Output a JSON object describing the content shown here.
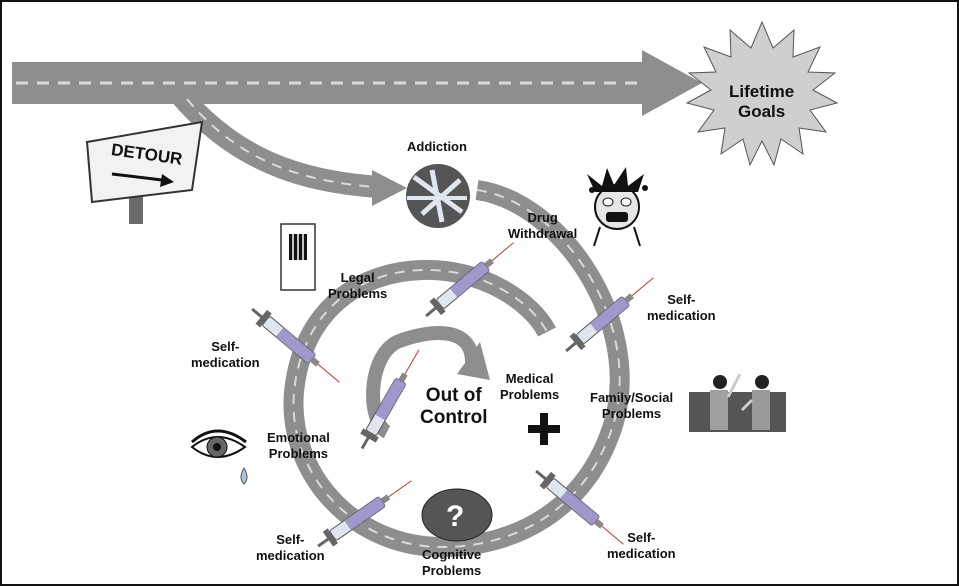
{
  "goal": {
    "line1": "Lifetime",
    "line2": "Goals"
  },
  "detour_sign": "DETOUR",
  "center": {
    "line1": "Out of",
    "line2": "Control"
  },
  "labels": {
    "addiction": "Addiction",
    "withdrawal": {
      "line1": "Drug",
      "line2": "Withdrawal"
    },
    "legal": {
      "line1": "Legal",
      "line2": "Problems"
    },
    "self_med_left": {
      "line1": "Self-",
      "line2": "medication"
    },
    "self_med_right": {
      "line1": "Self-",
      "line2": "medication"
    },
    "medical": {
      "line1": "Medical",
      "line2": "Problems"
    },
    "family": {
      "line1": "Family/Social",
      "line2": "Problems"
    },
    "emotional": {
      "line1": "Emotional",
      "line2": "Problems"
    },
    "self_med_bottom_left": {
      "line1": "Self-",
      "line2": "medication"
    },
    "cognitive": {
      "line1": "Cognitive",
      "line2": "Problems"
    },
    "self_med_bottom_right": {
      "line1": "Self-",
      "line2": "medication"
    }
  },
  "icons": {
    "medical": "plus-icon",
    "cognitive": "question-mark-icon",
    "center": "circular-arrow-icon"
  },
  "colors": {
    "road": "#8e8e8e",
    "road_dash": "#d9d9d9",
    "starburst": "#cfcfcf",
    "syringe_fluid": "#7a6bb0"
  }
}
